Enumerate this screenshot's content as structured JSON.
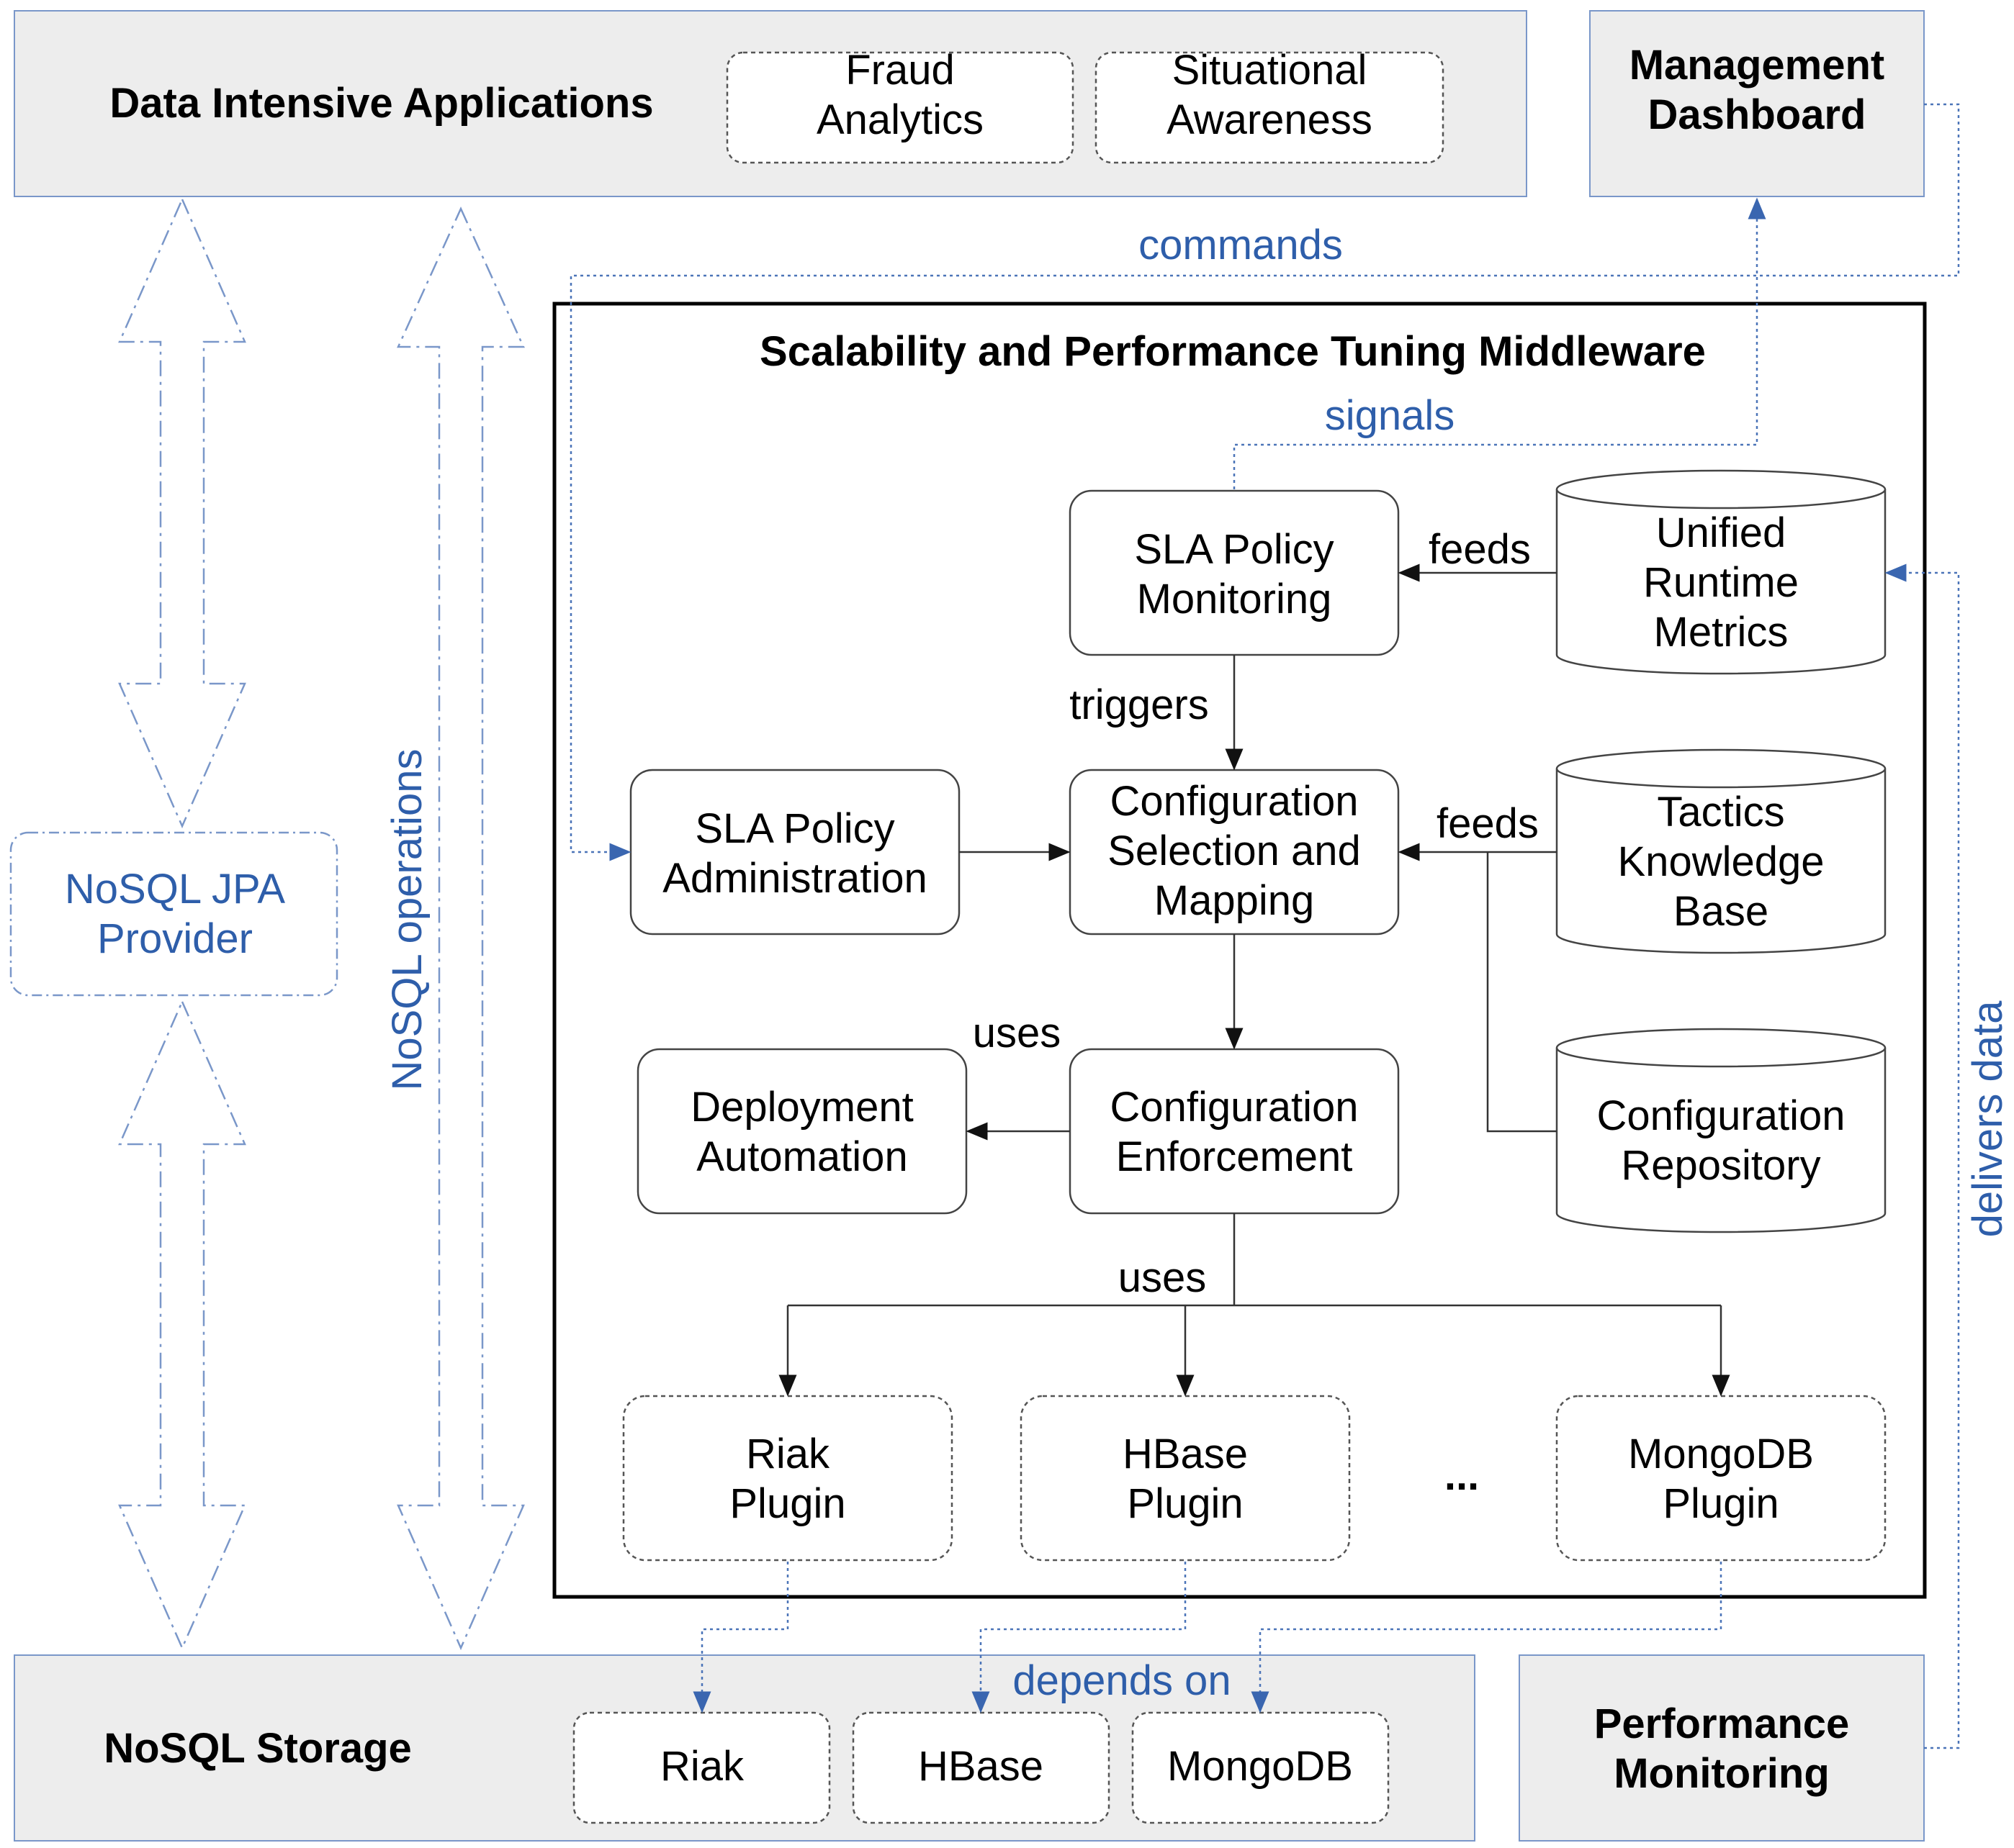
{
  "layers": {
    "applications": {
      "title": "Data Intensive Applications",
      "items": [
        "Fraud\nAnalytics",
        "Situational\nAwareness"
      ]
    },
    "storage": {
      "title": "NoSQL Storage",
      "items": [
        "Riak",
        "HBase",
        "MongoDB"
      ]
    },
    "management": {
      "title": "Management\nDashboard"
    },
    "performance": {
      "title": "Performance\nMonitoring"
    }
  },
  "jpa_provider": {
    "label": "NoSQL JPA\nProvider"
  },
  "middleware": {
    "title": "Scalability and Performance Tuning Middleware",
    "components": {
      "sla_monitoring": "SLA Policy\nMonitoring",
      "sla_admin": "SLA Policy\nAdministration",
      "config_selection": "Configuration\nSelection and\nMapping",
      "deployment": "Deployment\nAutomation",
      "config_enforcement": "Configuration\nEnforcement"
    },
    "stores": {
      "metrics": "Unified\nRuntime\nMetrics",
      "tactics": "Tactics\nKnowledge\nBase",
      "repository": "Configuration\nRepository"
    },
    "plugins": [
      "Riak\nPlugin",
      "HBase\nPlugin",
      "MongoDB\nPlugin"
    ],
    "ellipsis": "..."
  },
  "edge_labels": {
    "commands": "commands",
    "signals": "signals",
    "feeds_1": "feeds",
    "feeds_2": "feeds",
    "triggers": "triggers",
    "uses_1": "uses",
    "uses_2": "uses",
    "depends_on": "depends on",
    "delivers_data": "delivers data",
    "nosql_operations": "NoSQL operations"
  },
  "colors": {
    "accent": "#2E5EAA",
    "band_fill": "#EDEDED",
    "band_stroke": "#7A97C9"
  },
  "icons": {
    "arrow": "arrowhead"
  }
}
